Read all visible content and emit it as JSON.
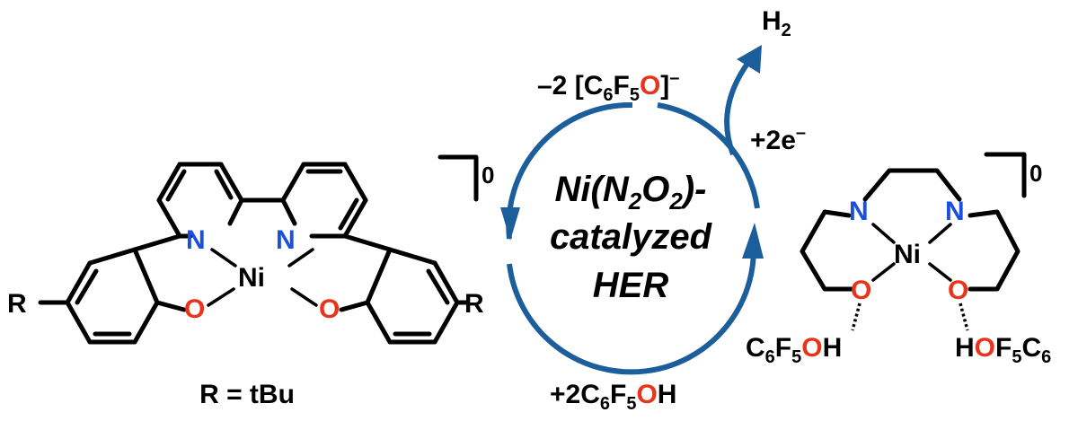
{
  "colors": {
    "nitrogen": "#1a4fe0",
    "oxygen": "#e8341c",
    "cycle_arrow": "#1c5e9c",
    "bond": "#000000"
  },
  "left_complex": {
    "metal": "Ni",
    "nitrogen_label": "N",
    "oxygen_label": "O",
    "substituent": "R",
    "charge": "0",
    "caption": "R = tBu"
  },
  "cycle": {
    "title_line1_pre": "Ni(N",
    "title_line1_sub1": "2",
    "title_line1_mid": "O",
    "title_line1_sub2": "2",
    "title_line1_post": ")-",
    "title_line2": "catalyzed",
    "title_line3": "HER",
    "product_main": "H",
    "product_sub": "2",
    "release_prefix": "–2 [C",
    "release_sub6": "6",
    "release_f": "F",
    "release_sub5": "5",
    "release_o": "O",
    "release_suffix": "]",
    "release_charge": "–",
    "electrons_text": "+2e",
    "electrons_charge": "–",
    "reagent_prefix": "+2C",
    "reagent_sub6": "6",
    "reagent_f": "F",
    "reagent_sub5": "5",
    "reagent_o": "O",
    "reagent_h": "H"
  },
  "right_complex": {
    "metal": "Ni",
    "nitrogen_label": "N",
    "oxygen_label": "O",
    "charge": "0",
    "left_donor_c": "C",
    "left_donor_sub6": "6",
    "left_donor_f": "F",
    "left_donor_sub5": "5",
    "left_donor_o": "O",
    "left_donor_h": "H",
    "right_donor_h": "H",
    "right_donor_o": "O",
    "right_donor_f": "F",
    "right_donor_sub5": "5",
    "right_donor_c": "C",
    "right_donor_sub6": "6"
  }
}
